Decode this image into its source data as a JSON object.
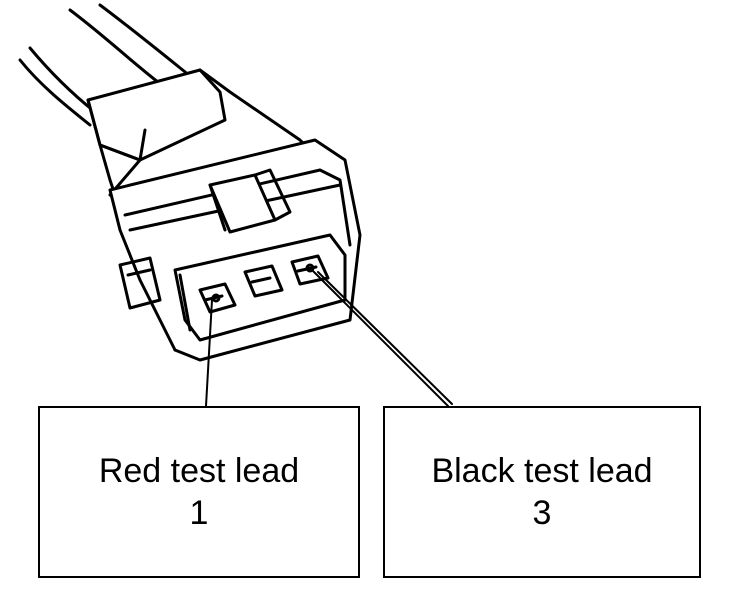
{
  "labels": {
    "red": {
      "text": "Red test lead",
      "pin": "1"
    },
    "black": {
      "text": "Black test lead",
      "pin": "3"
    }
  },
  "colors": {
    "ink": "#000000",
    "background": "#ffffff"
  }
}
